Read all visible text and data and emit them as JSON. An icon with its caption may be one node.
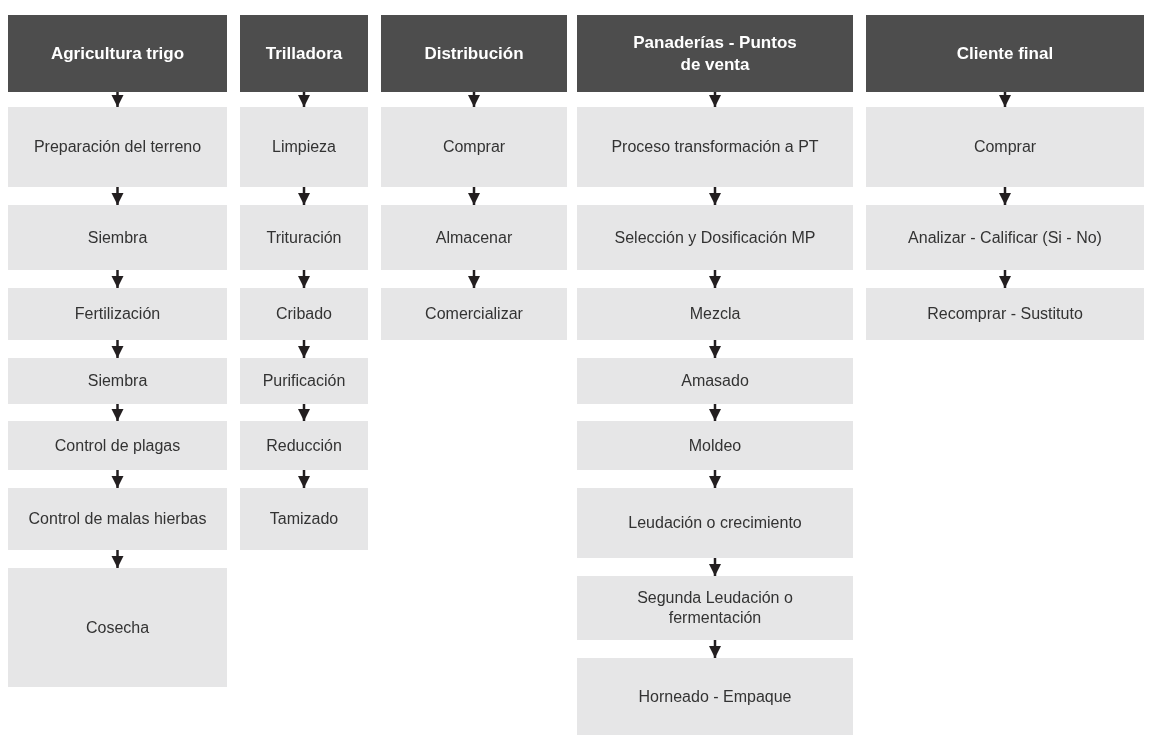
{
  "diagram": {
    "nodes": [
      {
        "text": [
          "Agricultura trigo"
        ]
      },
      {
        "text": [
          "Preparación del terreno"
        ]
      },
      {
        "text": [
          "Siembra"
        ]
      },
      {
        "text": [
          "Fertilización"
        ]
      },
      {
        "text": [
          "Siembra"
        ]
      },
      {
        "text": [
          "Control de plagas"
        ]
      },
      {
        "text": [
          "Control de malas hierbas"
        ]
      },
      {
        "text": [
          "Cosecha"
        ]
      },
      {
        "text": [
          "Trilladora"
        ]
      },
      {
        "text": [
          "Limpieza"
        ]
      },
      {
        "text": [
          "Trituración"
        ]
      },
      {
        "text": [
          "Cribado"
        ]
      },
      {
        "text": [
          "Purificación"
        ]
      },
      {
        "text": [
          "Reducción"
        ]
      },
      {
        "text": [
          "Tamizado"
        ]
      },
      {
        "text": [
          "Distribución"
        ]
      },
      {
        "text": [
          "Comprar"
        ]
      },
      {
        "text": [
          "Almacenar"
        ]
      },
      {
        "text": [
          "Comercializar"
        ]
      },
      {
        "text": [
          "Panaderías - Puntos de venta"
        ]
      },
      {
        "text": [
          "Proceso transformación a PT"
        ]
      },
      {
        "text": [
          "Selección y Dosificación MP"
        ]
      },
      {
        "text": [
          "Mezcla"
        ]
      },
      {
        "text": [
          "Amasado"
        ]
      },
      {
        "text": [
          "Moldeo"
        ]
      },
      {
        "text": [
          "Leudación o crecimiento"
        ]
      },
      {
        "text": [
          "Segunda Leudación o fermentación"
        ]
      },
      {
        "text": [
          "Horneado - Empaque"
        ]
      },
      {
        "text": [
          "Cliente final"
        ]
      },
      {
        "text": [
          "Comprar"
        ]
      },
      {
        "text": [
          "Analizar - Calificar (Si - No)"
        ]
      },
      {
        "text": [
          "Recomprar - Sustituto"
        ]
      }
    ],
    "edges": [
      {
        "from": 0,
        "to": 1,
        "arrow": "to"
      },
      {
        "from": 1,
        "to": 2,
        "arrow": "to"
      },
      {
        "from": 2,
        "to": 3,
        "arrow": "to"
      },
      {
        "from": 3,
        "to": 4,
        "arrow": "to"
      },
      {
        "from": 4,
        "to": 5,
        "arrow": "to"
      },
      {
        "from": 5,
        "to": 6,
        "arrow": "to"
      },
      {
        "from": 6,
        "to": 7,
        "arrow": "to"
      },
      {
        "from": 8,
        "to": 9,
        "arrow": "to"
      },
      {
        "from": 9,
        "to": 10,
        "arrow": "to"
      },
      {
        "from": 10,
        "to": 11,
        "arrow": "to"
      },
      {
        "from": 11,
        "to": 12,
        "arrow": "to"
      },
      {
        "from": 12,
        "to": 13,
        "arrow": "to"
      },
      {
        "from": 13,
        "to": 14,
        "arrow": "to"
      },
      {
        "from": 15,
        "to": 16,
        "arrow": "to"
      },
      {
        "from": 16,
        "to": 17,
        "arrow": "to"
      },
      {
        "from": 17,
        "to": 18,
        "arrow": "to"
      },
      {
        "from": 19,
        "to": 20,
        "arrow": "to"
      },
      {
        "from": 20,
        "to": 21,
        "arrow": "to"
      },
      {
        "from": 21,
        "to": 22,
        "arrow": "to"
      },
      {
        "from": 22,
        "to": 23,
        "arrow": "to"
      },
      {
        "from": 23,
        "to": 24,
        "arrow": "to"
      },
      {
        "from": 24,
        "to": 25,
        "arrow": "to"
      },
      {
        "from": 25,
        "to": 26,
        "arrow": "to"
      },
      {
        "from": 26,
        "to": 27,
        "arrow": "to"
      },
      {
        "from": 28,
        "to": 29,
        "arrow": "to"
      },
      {
        "from": 29,
        "to": 30,
        "arrow": "to"
      },
      {
        "from": 30,
        "to": 31,
        "arrow": "to"
      }
    ]
  }
}
